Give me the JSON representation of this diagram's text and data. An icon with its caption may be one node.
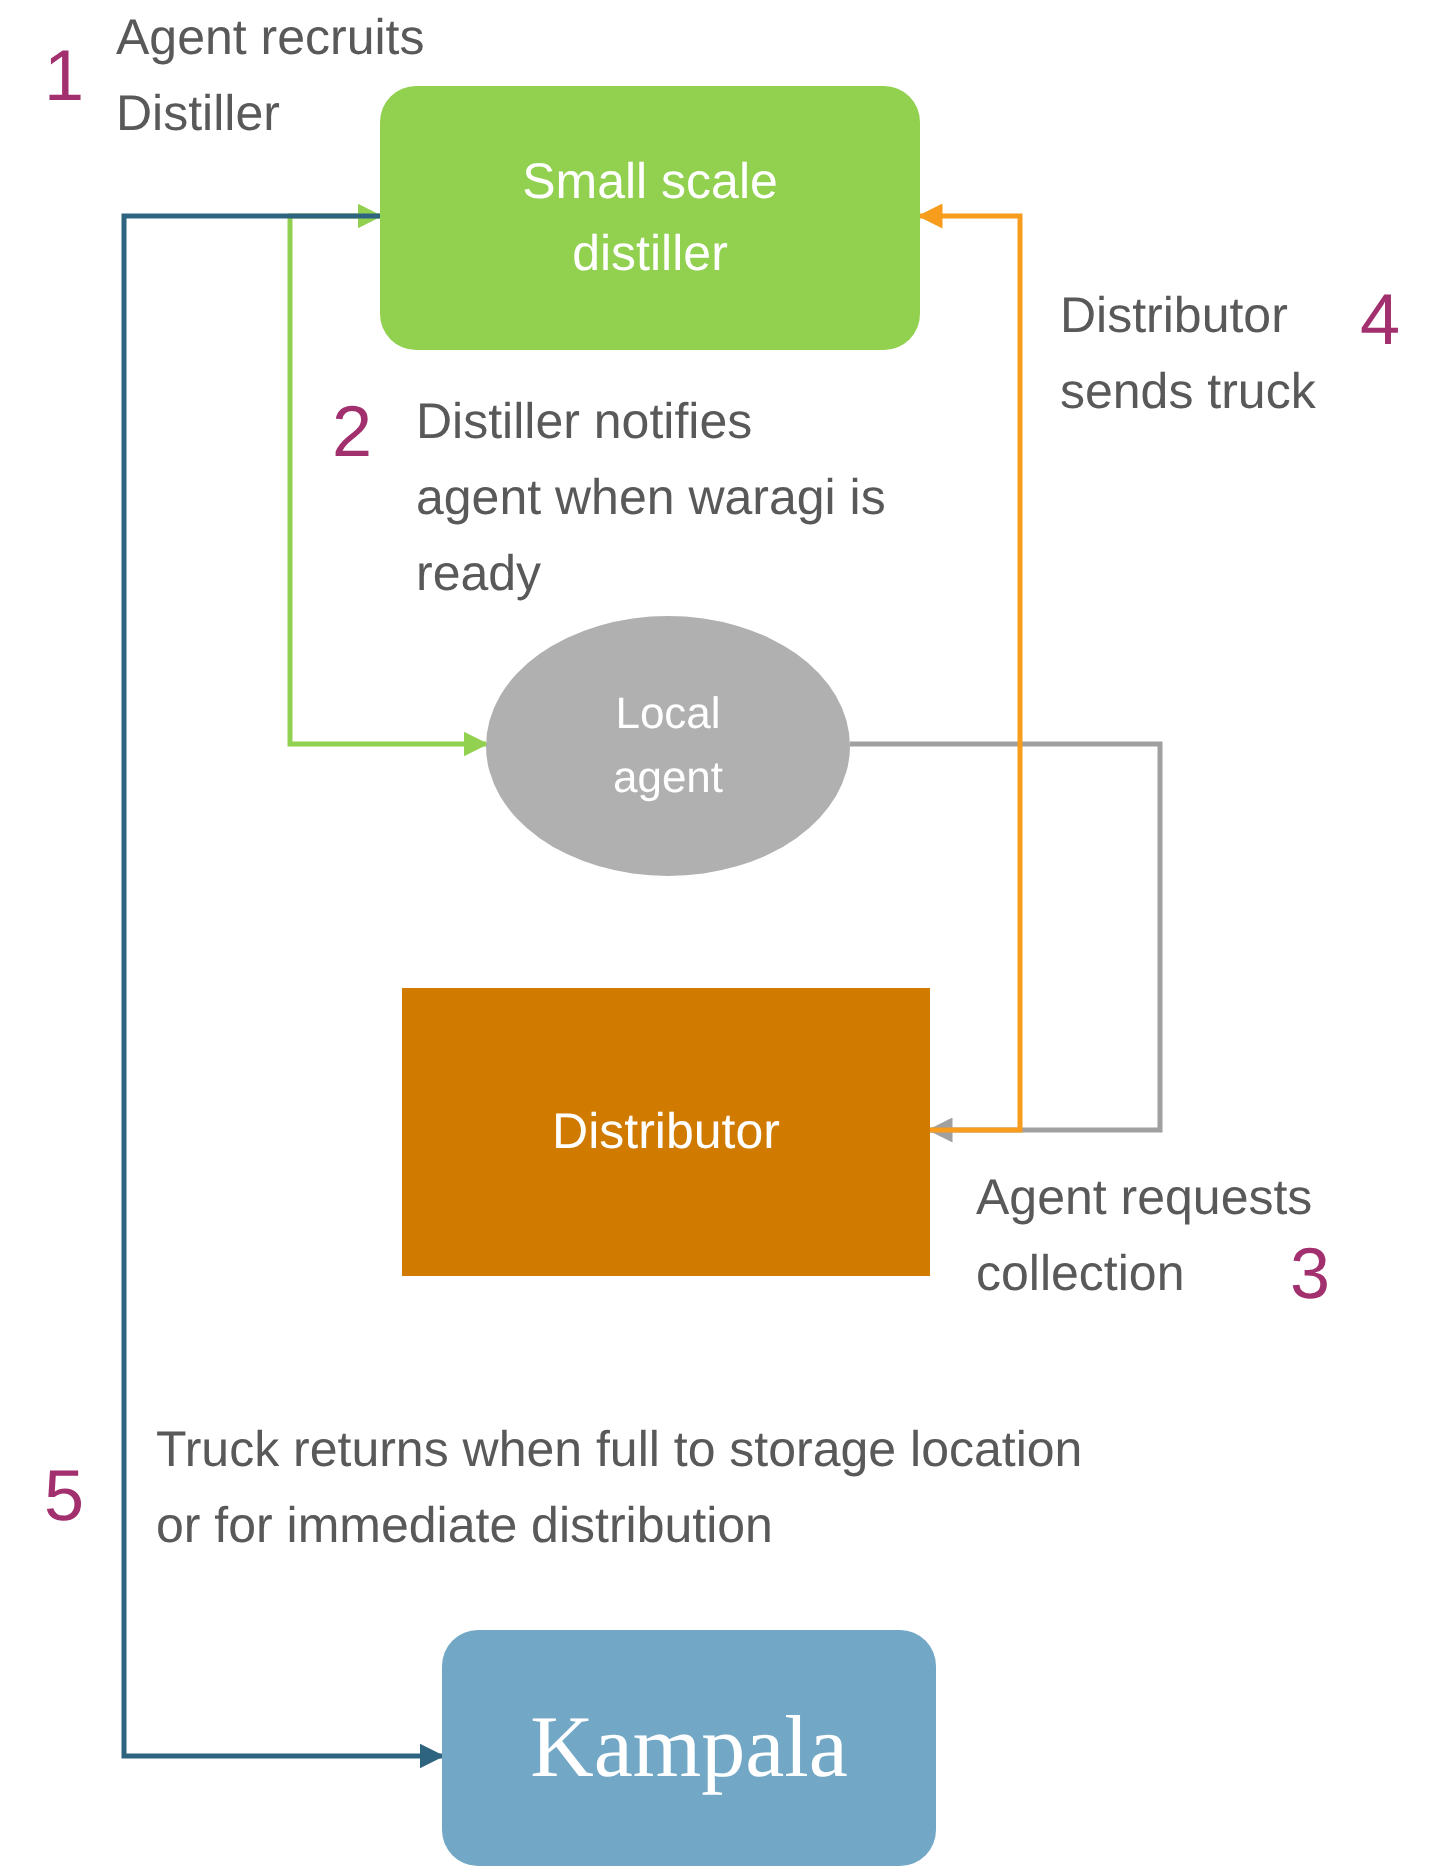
{
  "diagram": {
    "nodes": [
      {
        "text": [
          "Small scale distiller"
        ]
      },
      {
        "text": [
          "Local agent"
        ]
      },
      {
        "text": [
          "Distributor"
        ]
      },
      {
        "text": [
          "Kampala"
        ]
      }
    ],
    "edges": [
      {
        "from": 0,
        "to": 1,
        "arrow": "both",
        "color": "#92d050"
      },
      {
        "from": 1,
        "to": 2,
        "arrow": "to",
        "color": "#a0a0a0"
      },
      {
        "from": 2,
        "to": 0,
        "arrow": "to",
        "color": "#f79c1c"
      },
      {
        "from": 0,
        "to": 3,
        "arrow": "to",
        "color": "#2f6480"
      }
    ],
    "labels": [
      "1",
      "Agent recruits Distiller",
      "Distributor sends truck",
      "4",
      "2",
      "Distiller notifies agent when waragi is ready",
      "Agent requests collection",
      "3",
      "5",
      "Truck returns when full to storage location or for immediate distribution"
    ]
  }
}
